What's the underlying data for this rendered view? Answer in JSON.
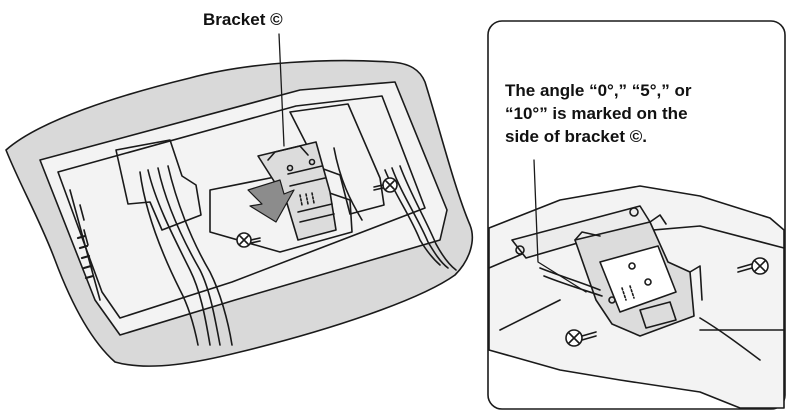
{
  "main_label": "Bracket ©",
  "inset": {
    "callout_lines": [
      "The angle “0°,” “5°,” or",
      "“10°” is marked on the",
      "side of bracket ©."
    ]
  },
  "colors": {
    "line": "#1a1a1a",
    "cushion": "#d9d9d9",
    "tv_back": "#f3f3f3",
    "bracket": "#dcdcdc",
    "arrow": "#8c8c8c"
  }
}
